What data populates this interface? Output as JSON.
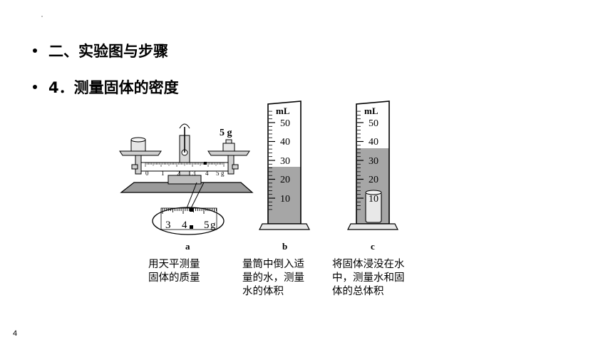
{
  "heading": {
    "line1": "二、实验图与步骤",
    "line2": "4．测量固体的密度"
  },
  "page_number": "4",
  "figure": {
    "scale_marks": [
      "0",
      "1",
      "2",
      "3",
      "4",
      "5",
      "g"
    ],
    "zoom_marks": [
      "3",
      "4",
      "5",
      "g"
    ],
    "weight_label": "5 g",
    "cylinder_unit": "mL",
    "cylinder_ticks": [
      "50",
      "40",
      "30",
      "20",
      "10"
    ],
    "panel_labels": [
      "a",
      "b",
      "c"
    ],
    "captions": {
      "a": [
        "用天平测量",
        "固体的质量"
      ],
      "b": [
        "量筒中倒入适",
        "量的水，测量",
        "水的体积"
      ],
      "c": [
        "将固体浸没在水",
        "中，测量水和固",
        "体的总体积"
      ]
    }
  }
}
